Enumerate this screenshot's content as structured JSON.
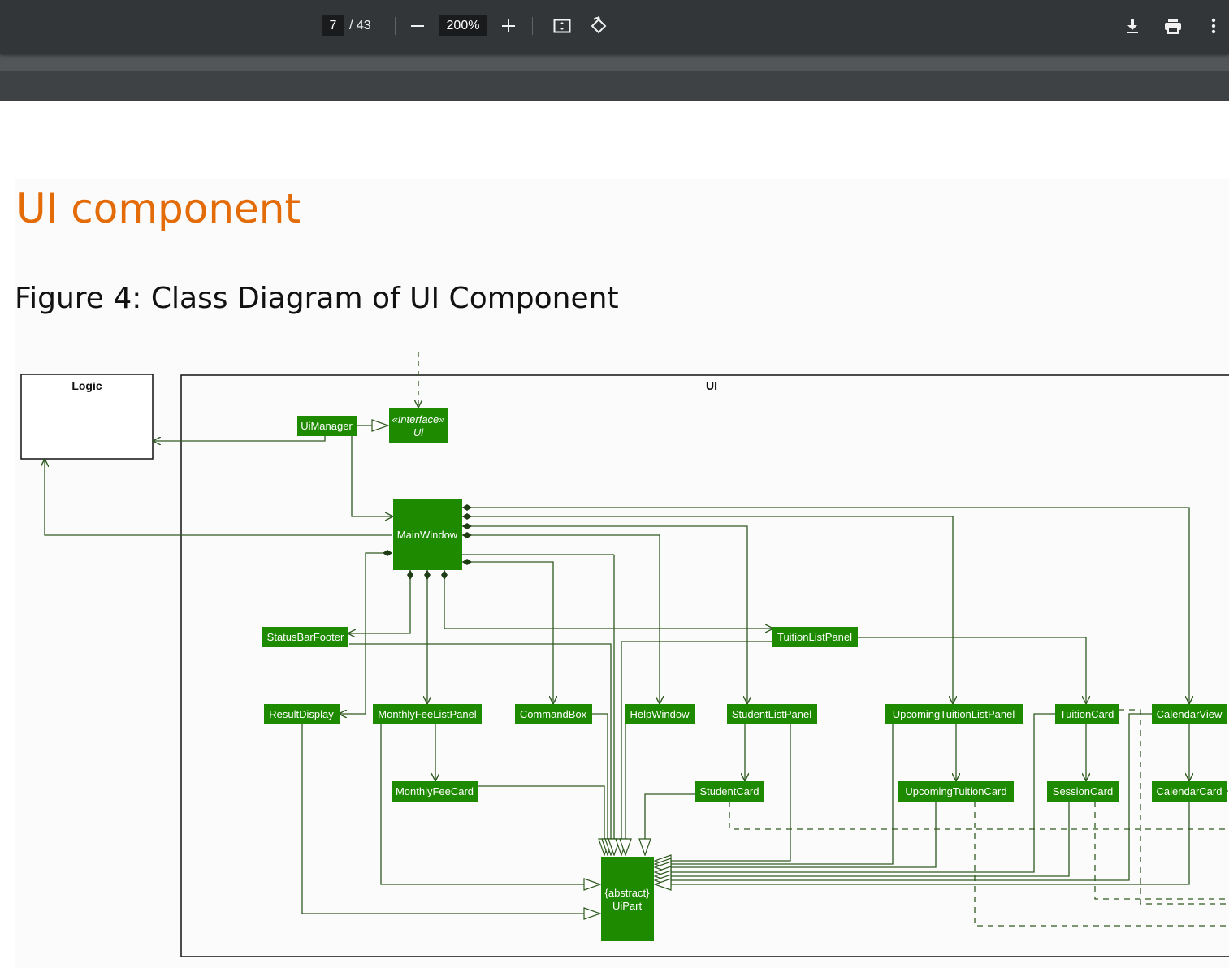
{
  "viewer": {
    "current_page": "7",
    "total_pages": "/ 43",
    "zoom": "200%"
  },
  "icons": {
    "zoom_out": "minus-icon",
    "zoom_in": "plus-icon",
    "fit": "fit-to-page-icon",
    "rotate": "rotate-icon",
    "download": "download-icon",
    "print": "print-icon",
    "more": "more-vertical-icon"
  },
  "document": {
    "heading": "UI component",
    "figure_caption": "Figure 4: Class Diagram of UI Component"
  },
  "diagram": {
    "colors": {
      "node": "#1e8a00",
      "line": "#2f5a1f",
      "text": "#ffffff",
      "heading": "#e36c09"
    },
    "packages": {
      "logic": "Logic",
      "ui": "UI"
    },
    "interface": {
      "stereotype": "«Interface»",
      "name": "Ui"
    },
    "abstract": {
      "stereotype": "{abstract}",
      "name": "UiPart"
    },
    "classes": {
      "ui_manager": "UiManager",
      "main_window": "MainWindow",
      "status_bar_footer": "StatusBarFooter",
      "tuition_list_panel": "TuitionListPanel",
      "result_display": "ResultDisplay",
      "monthly_fee_list_panel": "MonthlyFeeListPanel",
      "command_box": "CommandBox",
      "help_window": "HelpWindow",
      "student_list_panel": "StudentListPanel",
      "upcoming_tuition_list_panel": "UpcomingTuitionListPanel",
      "tuition_card": "TuitionCard",
      "calendar_view": "CalendarView",
      "monthly_fee_card": "MonthlyFeeCard",
      "student_card": "StudentCard",
      "upcoming_tuition_card": "UpcomingTuitionCard",
      "session_card": "SessionCard",
      "calendar_card": "CalendarCard"
    }
  }
}
